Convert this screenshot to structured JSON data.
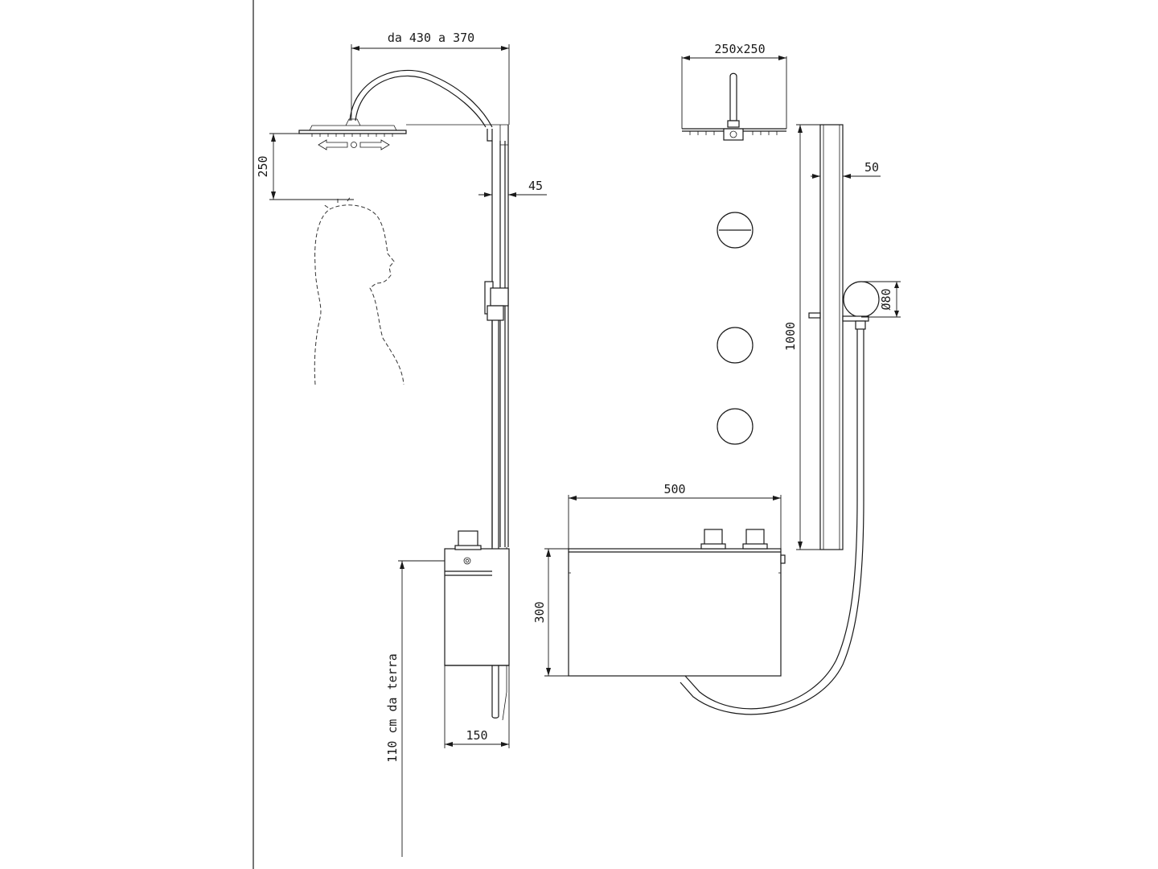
{
  "labels": {
    "arm_reach": "da 430 a 370",
    "head_clearance": "250",
    "bar_offset": "45",
    "box_depth": "150",
    "floor_height": "110 cm da terra",
    "head_size": "250x250",
    "bar_width": "50",
    "bar_height": "1000",
    "handshower_dia": "Ø80",
    "box_width": "500",
    "box_height": "300"
  }
}
